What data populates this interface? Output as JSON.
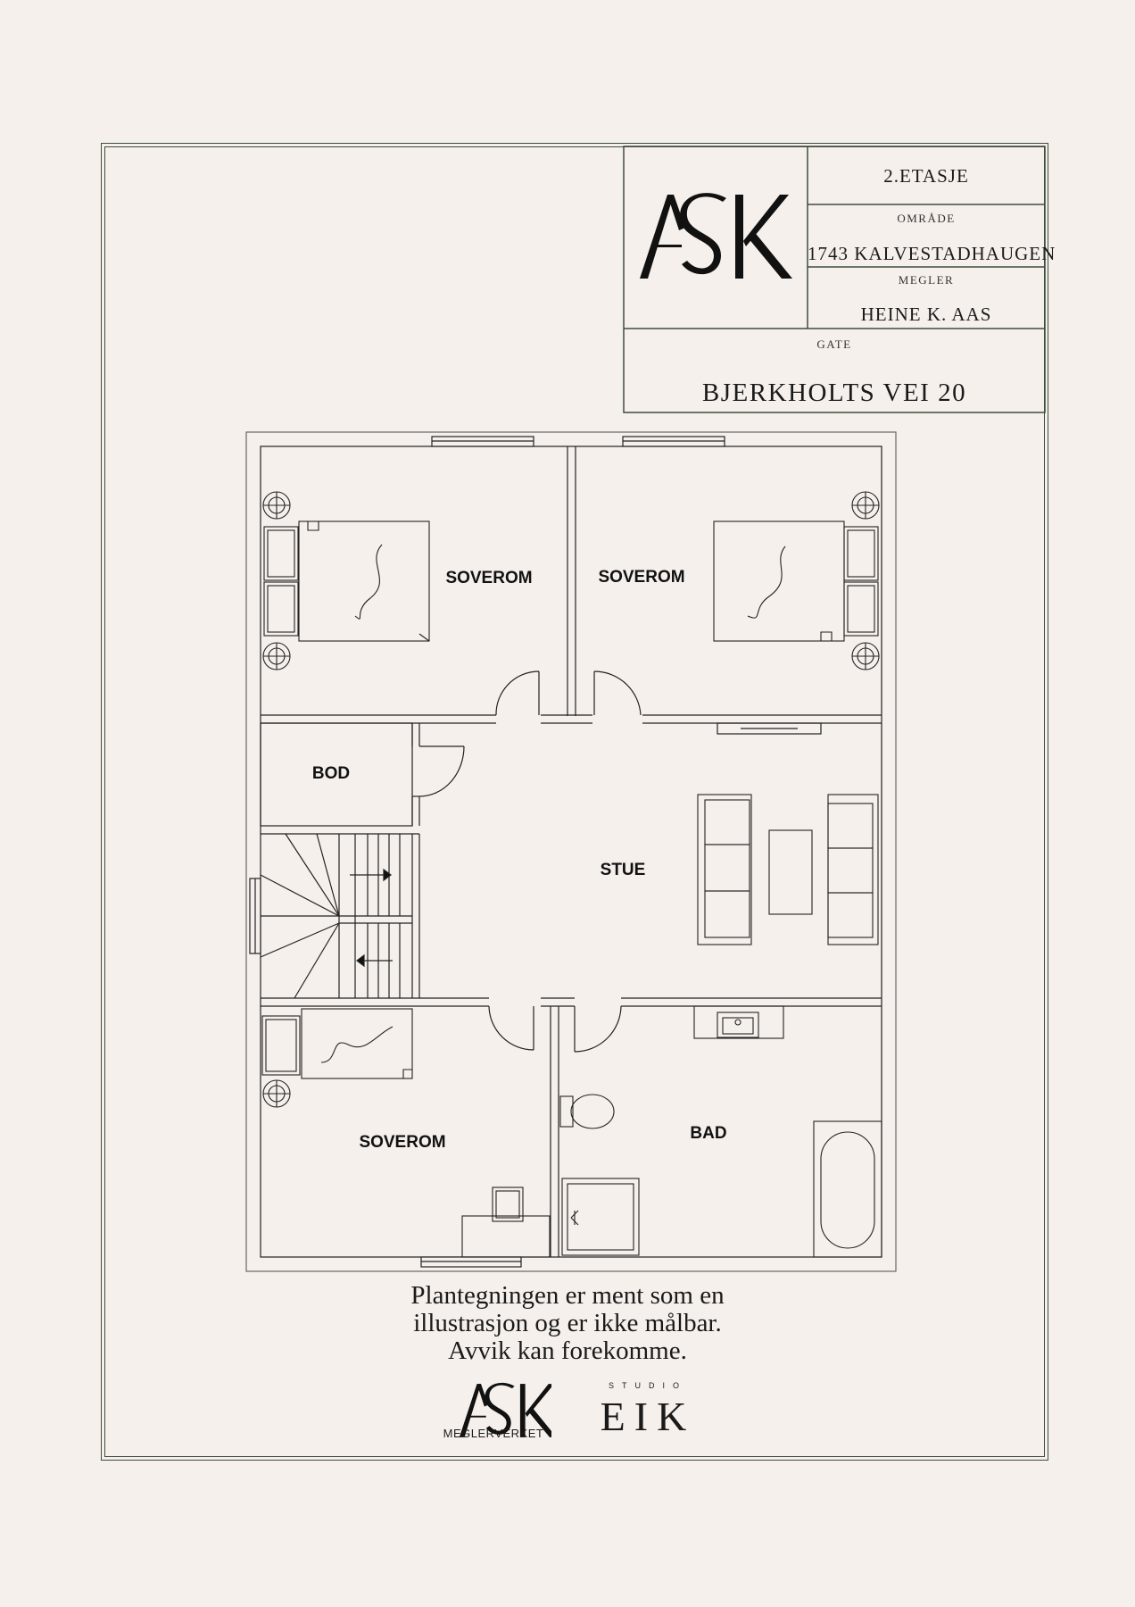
{
  "title_block": {
    "floor": "2.ETASJE",
    "area_label": "OMRÅDE",
    "area_value": "1743 KALVESTADHAUGEN",
    "broker_label": "MEGLER",
    "broker_value": "HEINE K. AAS",
    "street_label": "GATE",
    "street_value": "BJERKHOLTS VEI 20",
    "logo_text": "ASK"
  },
  "rooms": {
    "bedroom_1": "SOVEROM",
    "bedroom_2": "SOVEROM",
    "bedroom_3": "SOVEROM",
    "storage": "BOD",
    "living": "STUE",
    "bath": "BAD"
  },
  "disclaimer": {
    "line1": "Plantegningen er ment som en",
    "line2": "illustrasjon og er ikke målbar.",
    "line3": "Avvik kan forekomme."
  },
  "footer": {
    "ask_logo_text": "ASK",
    "ask_subtitle": "MEGLERVERKET",
    "eik_studio": "STUDIO",
    "eik_word": "EIK"
  },
  "colors": {
    "background": "#f6f0ec",
    "frame": "#3d4d3d",
    "ink": "#1a1a1a"
  }
}
